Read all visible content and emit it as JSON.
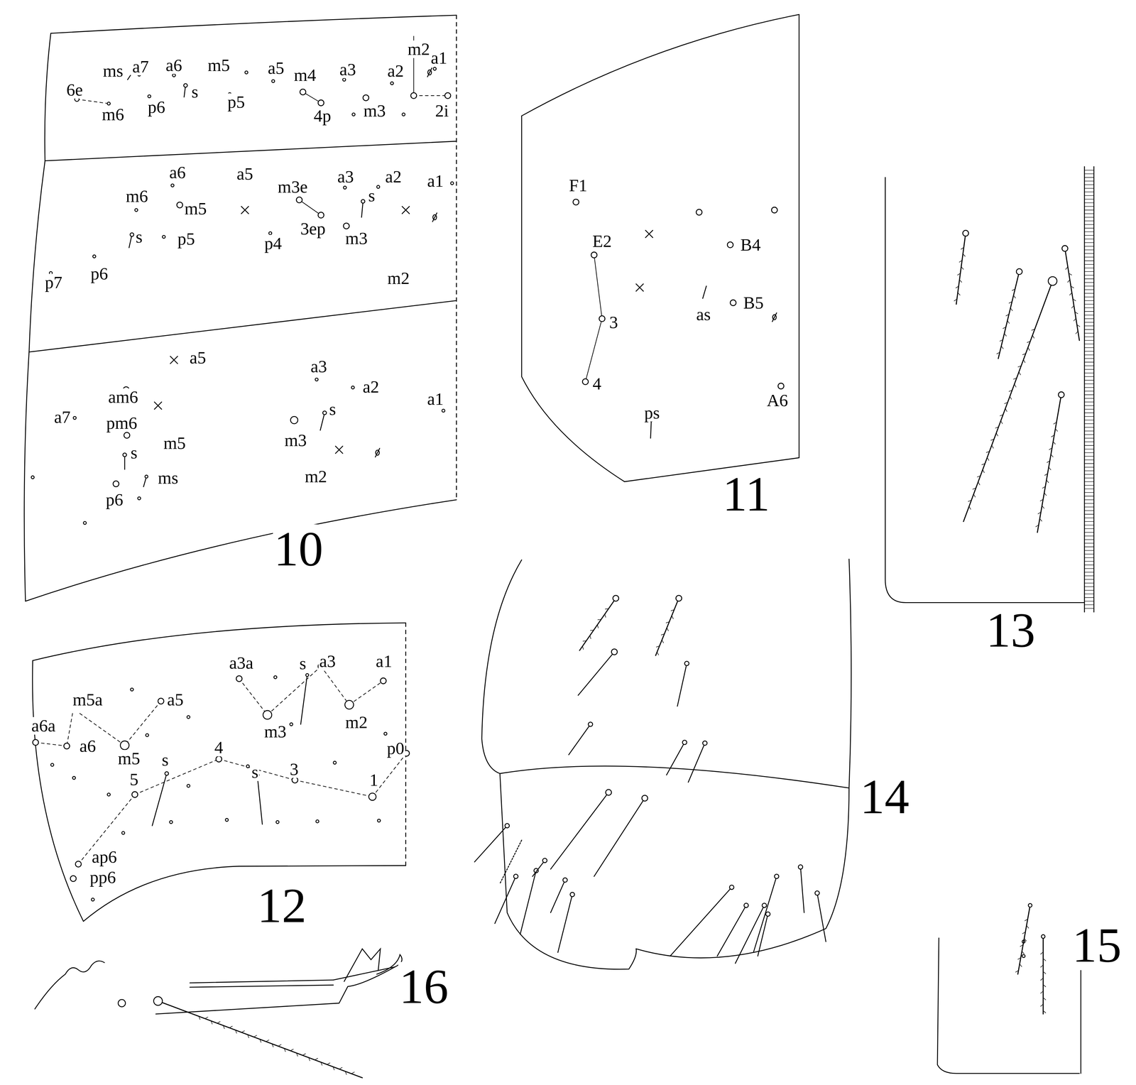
{
  "diagram": {
    "labels": [
      "m2",
      "a1",
      "ms",
      "a7",
      "a6",
      "m5",
      "a5",
      "a3",
      "a2",
      "6e",
      "m4",
      "s",
      "m6",
      "p6",
      "p5",
      "4p",
      "m3",
      "2i",
      "a6",
      "a5",
      "m3e",
      "a3",
      "a2",
      "a1",
      "m6",
      "m5",
      "s",
      "3ep",
      "m3",
      "s",
      "p5",
      "p4",
      "p7",
      "p6",
      "m2",
      "a5",
      "a3",
      "a2",
      "am6",
      "a7",
      "a1",
      "pm6",
      "s",
      "m3",
      "m5",
      "s",
      "ms",
      "m2",
      "p6",
      "10",
      "F1",
      "E2",
      "B4",
      "3",
      "as",
      "B5",
      "4",
      "ps",
      "A6",
      "11",
      "a3a",
      "s",
      "a3",
      "a1",
      "m5a",
      "a5",
      "m2",
      "a6a",
      "m3",
      "p0",
      "a6",
      "m5",
      "s",
      "4",
      "3",
      "s",
      "5",
      "1",
      "ap6",
      "pp6",
      "12",
      "13",
      "14",
      "15",
      "16"
    ]
  }
}
